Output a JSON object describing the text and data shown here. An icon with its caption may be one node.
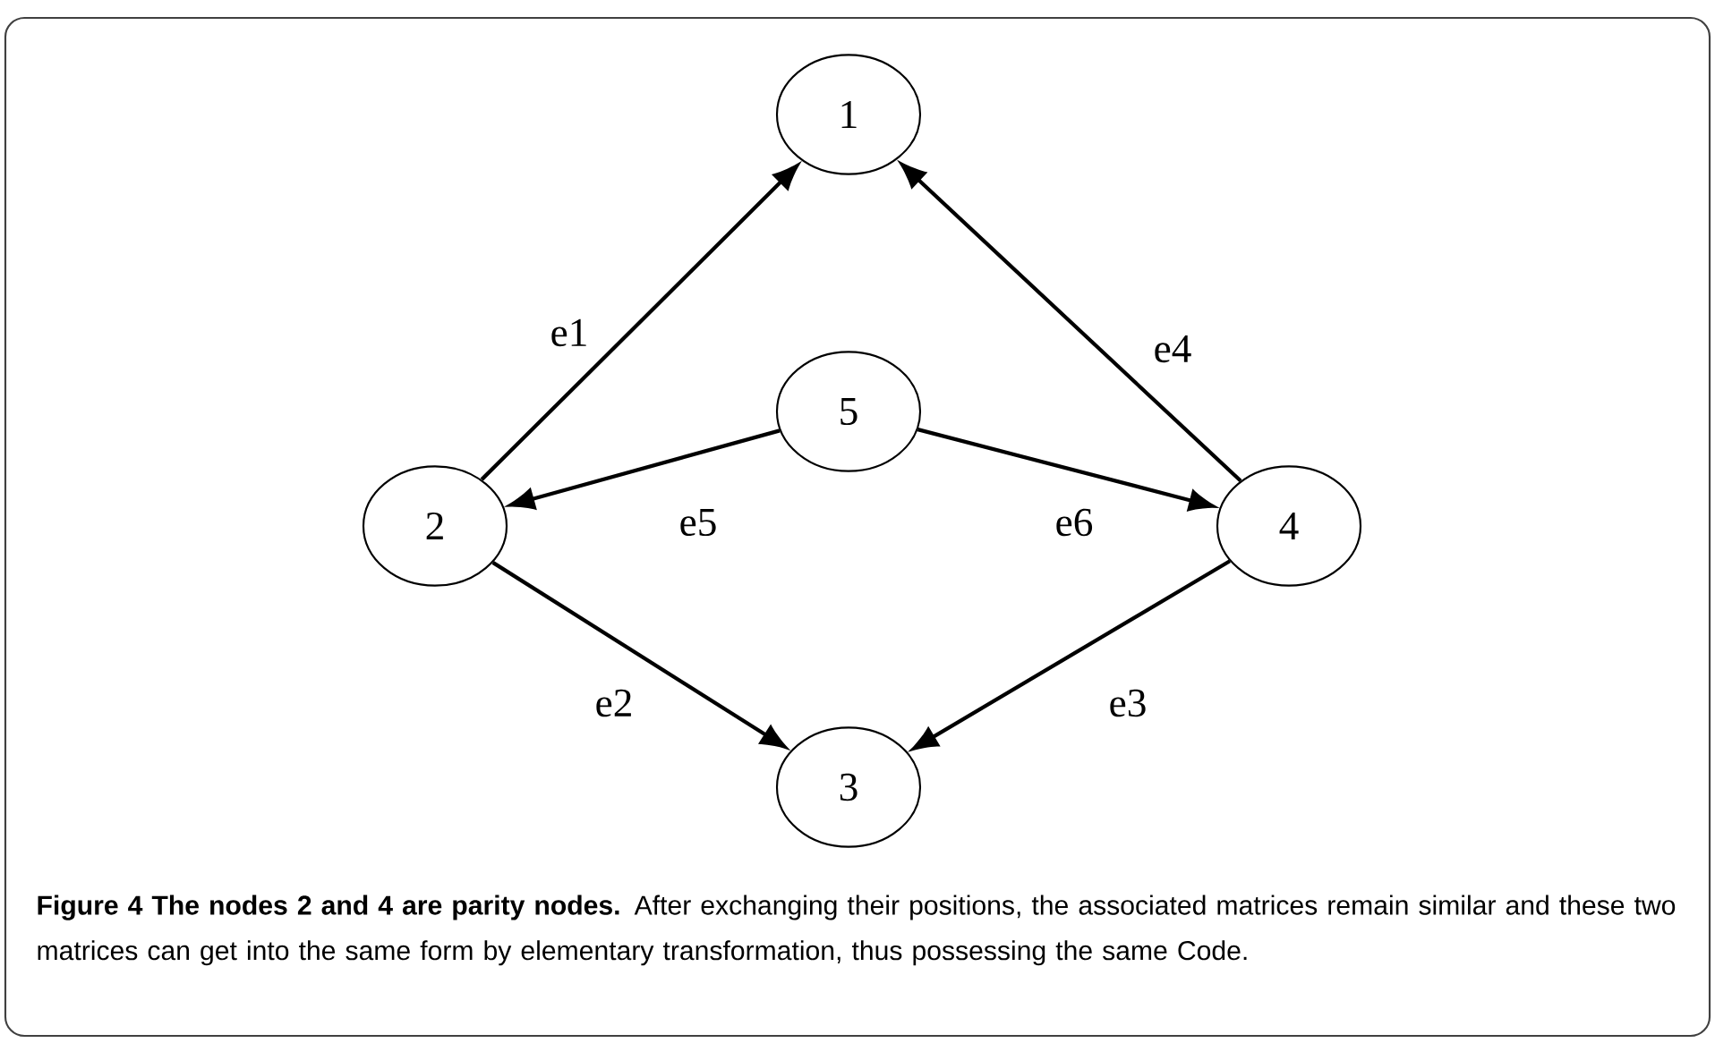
{
  "diagram": {
    "caption": "**Figure 4 The nodes 2 and 4 are parity nodes.** After exchanging their positions, the associated matrices remain similar and these two matrices can get into the same form by elementary transformation, thus possessing the same Code.",
    "nodes": [
      {
        "text": [
          "1"
        ]
      },
      {
        "text": [
          "5"
        ]
      },
      {
        "text": [
          "2"
        ]
      },
      {
        "text": [
          "4"
        ]
      },
      {
        "text": [
          "3"
        ]
      }
    ],
    "edges": [
      {
        "from": 2,
        "to": 0,
        "arrow": "to",
        "label": "e1"
      },
      {
        "from": 3,
        "to": 0,
        "arrow": "to",
        "label": "e4"
      },
      {
        "from": 1,
        "to": 2,
        "arrow": "to",
        "label": "e5"
      },
      {
        "from": 1,
        "to": 3,
        "arrow": "to",
        "label": "e6"
      },
      {
        "from": 2,
        "to": 4,
        "arrow": "to",
        "label": "e2"
      },
      {
        "from": 3,
        "to": 4,
        "arrow": "to",
        "label": "e3"
      }
    ]
  }
}
